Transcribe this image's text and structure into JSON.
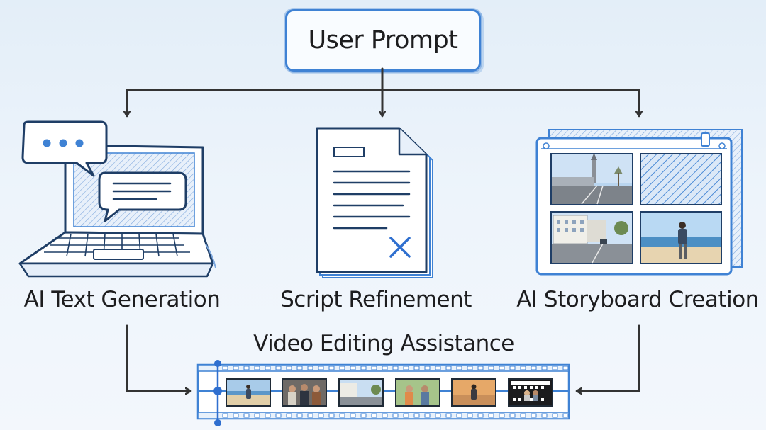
{
  "prompt": {
    "label": "User Prompt"
  },
  "steps": [
    {
      "label": "AI Text Generation",
      "icon": "laptop-chat-icon"
    },
    {
      "label": "Script Refinement",
      "icon": "document-icon"
    },
    {
      "label": "AI Storyboard Creation",
      "icon": "storyboard-icon"
    }
  ],
  "editing": {
    "label": "Video Editing Assistance",
    "icon": "film-strip-icon"
  },
  "colors": {
    "accent": "#3f82d4",
    "line": "#333333",
    "text": "#1d1d1f"
  }
}
